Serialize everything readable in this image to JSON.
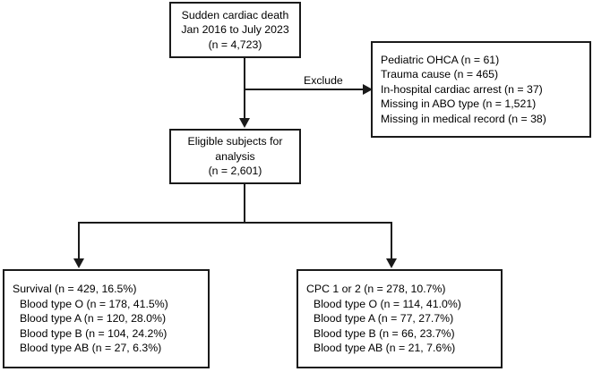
{
  "diagram": {
    "title": "Study participant flow diagram",
    "line_color": "#1a1a1a",
    "background": "#ffffff"
  },
  "nodes": {
    "source": {
      "name": "source-cohort-box",
      "lines": [
        "Sudden cardiac death",
        "Jan 2016 to July 2023",
        "(n = 4,723)"
      ]
    },
    "exclusions": {
      "name": "exclusion-criteria-box",
      "lines": [
        "Pediatric OHCA (n = 61)",
        "Trauma cause (n = 465)",
        "In-hospital cardiac arrest (n = 37)",
        "Missing in ABO type (n = 1,521)",
        "Missing in medical record (n = 38)"
      ]
    },
    "eligible": {
      "name": "eligible-subjects-box",
      "lines": [
        "Eligible subjects for",
        "analysis",
        "(n = 2,601)"
      ]
    },
    "survival": {
      "name": "survival-outcome-box",
      "lines": [
        "Survival (n = 429, 16.5%)",
        "Blood type O (n = 178, 41.5%)",
        "Blood type A (n = 120, 28.0%)",
        "Blood type B (n = 104, 24.2%)",
        "Blood type AB (n = 27, 6.3%)"
      ]
    },
    "cpc": {
      "name": "cpc-outcome-box",
      "lines": [
        "CPC 1 or 2 (n = 278, 10.7%)",
        "Blood type O (n = 114, 41.0%)",
        "Blood type A (n = 77, 27.7%)",
        "Blood type B (n = 66, 23.7%)",
        "Blood type AB (n = 21, 7.6%)"
      ]
    }
  },
  "edges": {
    "exclude_label": "Exclude"
  },
  "chart_data": {
    "type": "table",
    "title": "Sudden cardiac death cohort flow (Jan 2016 to July 2023)",
    "total_screened": 4723,
    "exclusions": [
      {
        "reason": "Pediatric OHCA",
        "n": 61
      },
      {
        "reason": "Trauma cause",
        "n": 465
      },
      {
        "reason": "In-hospital cardiac arrest",
        "n": 37
      },
      {
        "reason": "Missing in ABO type",
        "n": 1521
      },
      {
        "reason": "Missing in medical record",
        "n": 38
      }
    ],
    "eligible": 2601,
    "outcomes": [
      {
        "name": "Survival",
        "n": 429,
        "percent": 16.5,
        "blood_types": [
          {
            "type": "O",
            "n": 178,
            "percent": 41.5
          },
          {
            "type": "A",
            "n": 120,
            "percent": 28.0
          },
          {
            "type": "B",
            "n": 104,
            "percent": 24.2
          },
          {
            "type": "AB",
            "n": 27,
            "percent": 6.3
          }
        ]
      },
      {
        "name": "CPC 1 or 2",
        "n": 278,
        "percent": 10.7,
        "blood_types": [
          {
            "type": "O",
            "n": 114,
            "percent": 41.0
          },
          {
            "type": "A",
            "n": 77,
            "percent": 27.7
          },
          {
            "type": "B",
            "n": 66,
            "percent": 23.7
          },
          {
            "type": "AB",
            "n": 21,
            "percent": 7.6
          }
        ]
      }
    ]
  }
}
